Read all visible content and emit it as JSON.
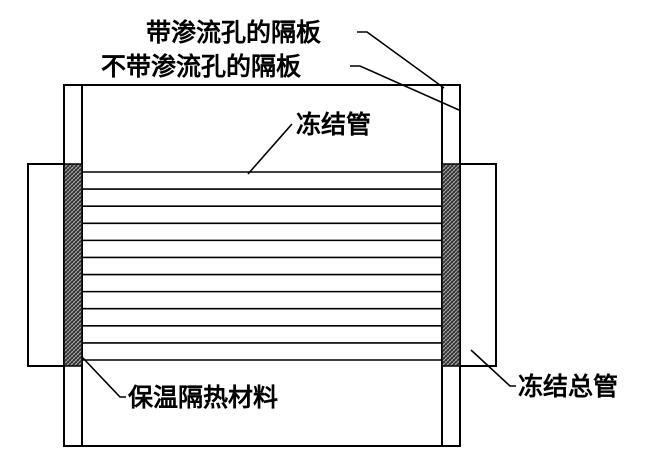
{
  "labels": {
    "baffle_with_holes": "带渗流孔的隔板",
    "baffle_without_holes": "不带渗流孔的隔板",
    "freezing_pipe": "冻结管",
    "insulation": "保温隔热材料",
    "freezing_main_pipe": "冻结总管"
  },
  "pipe_count": 12,
  "colors": {
    "line": "#000000",
    "background": "#ffffff",
    "insulation_fill": "#3a3a3a"
  }
}
